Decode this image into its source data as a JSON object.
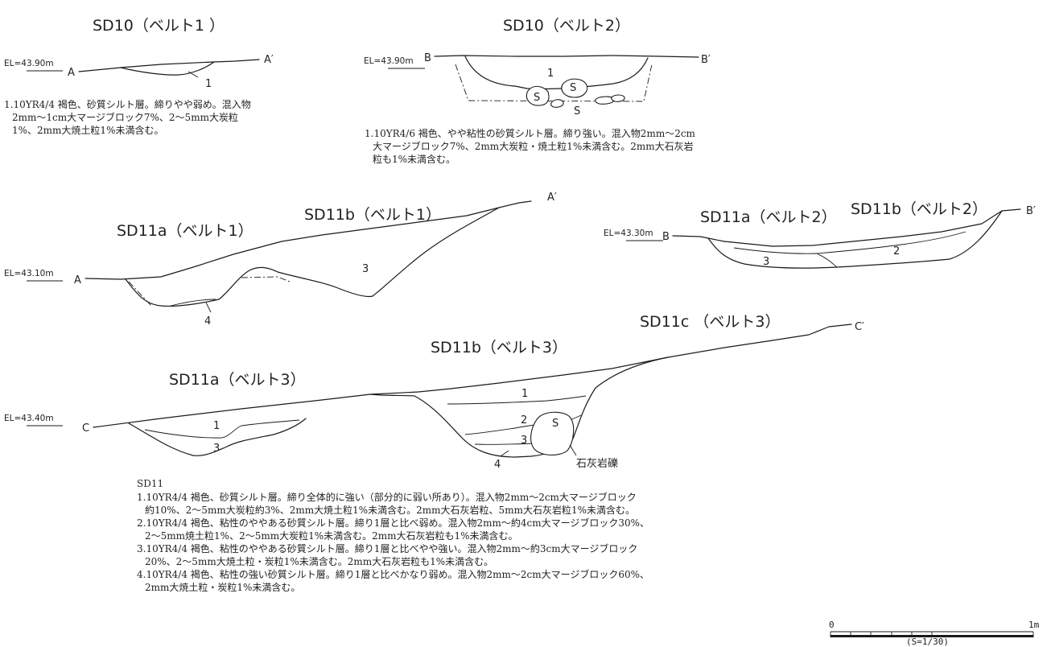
{
  "sd10_belt1": {
    "title": "SD10（ベルト1 ）",
    "elevation": "EL=43.90m",
    "start": "A",
    "end": "A′",
    "layers": [
      "1"
    ],
    "notes": [
      "1.10YR4/4 褐色、砂質シルト層。締りやや弱め。混入物",
      "2mm～1cm大マージブロック7%、2～5mm大炭粒",
      "1%、2mm大焼土粒1%未満含む。"
    ]
  },
  "sd10_belt2": {
    "title": "SD10（ベルト2）",
    "elevation": "EL=43.90m",
    "start": "B",
    "end": "B′",
    "layers": [
      "1"
    ],
    "stone_label": "S",
    "notes": [
      "1.10YR4/6 褐色、やや粘性の砂質シルト層。締り強い。混入物2mm～2cm",
      "大マージブロック7%、2mm大炭粒・焼土粒1%未満含む。2mm大石灰岩",
      "粒も1%未満含む。"
    ]
  },
  "sd11_belt1": {
    "title_a": "SD11a（ベルト1）",
    "title_b": "SD11b（ベルト1）",
    "elevation": "EL=43.10m",
    "start": "A",
    "end": "A′",
    "layers": [
      "3",
      "4"
    ]
  },
  "sd11_belt2": {
    "title_a": "SD11a（ベルト2）",
    "title_b": "SD11b（ベルト2）",
    "elevation": "EL=43.30m",
    "start": "B",
    "end": "B′",
    "layers": [
      "3",
      "2"
    ]
  },
  "sd11_belt3": {
    "title_a": "SD11a（ベルト3）",
    "title_b": "SD11b（ベルト3）",
    "title_c": "SD11c （ベルト3）",
    "elevation": "EL=43.40m",
    "start": "C",
    "end": "C′",
    "layers_a": [
      "1",
      "3"
    ],
    "layers_b": [
      "1",
      "2",
      "3",
      "4"
    ],
    "stone_label": "S",
    "stone_note": "石灰岩礫"
  },
  "sd11_notes": {
    "heading": "SD11",
    "lines": [
      "1.10YR4/4 褐色、砂質シルト層。締り全体的に強い（部分的に弱い所あり）。混入物2mm～2cm大マージブロック",
      "約10%、2～5mm大炭粒約3%、2mm大焼土粒1%未満含む。2mm大石灰岩粒、5mm大石灰岩粒1%未満含む。",
      "2.10YR4/4 褐色、粘性のややある砂質シルト層。締り1層と比べ弱め。混入物2mm～約4cm大マージブロック30%、",
      "2～5mm焼土粒1%、2～5mm大炭粒1%未満含む。2mm大石灰岩粒も1%未満含む。",
      "3.10YR4/4 褐色、粘性のややある砂質シルト層。締り1層と比べやや強い。混入物2mm～約3cm大マージブロック",
      "20%、2～5mm大焼土粒・炭粒1%未満含む。2mm大石灰岩粒も1%未満含む。",
      "4.10YR4/4 褐色、粘性の強い砂質シルト層。締り1層と比べかなり弱め。混入物2mm～2cm大マージブロック60%、",
      "2mm大焼土粒・炭粒1%未満含む。"
    ]
  },
  "scale_bar": {
    "start_label": "0",
    "end_label": "1m",
    "ratio": "(S=1/30)"
  }
}
